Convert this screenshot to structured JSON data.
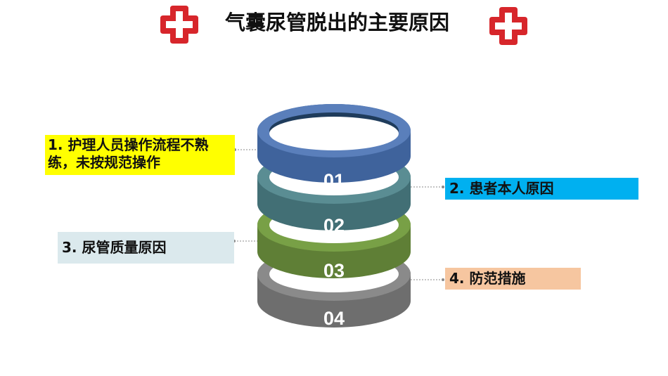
{
  "title": "气囊尿管脱出的主要原因",
  "icons": {
    "left": "red-cross-icon",
    "right": "red-cross-icon"
  },
  "rings": [
    {
      "number": "01",
      "color": "#4a6fa5"
    },
    {
      "number": "02",
      "color": "#4e7f85"
    },
    {
      "number": "03",
      "color": "#6b8d3f"
    },
    {
      "number": "04",
      "color": "#808080"
    }
  ],
  "labels": [
    {
      "text": "1. 护理人员操作流程不熟练，未按规范操作",
      "bg": "#ffff00"
    },
    {
      "text": "2. 患者本人原因",
      "bg": "#00b0f0"
    },
    {
      "text": "3. 尿管质量原因",
      "bg": "#dbe9ed"
    },
    {
      "text": "4. 防范措施",
      "bg": "#f6c6a0"
    }
  ]
}
